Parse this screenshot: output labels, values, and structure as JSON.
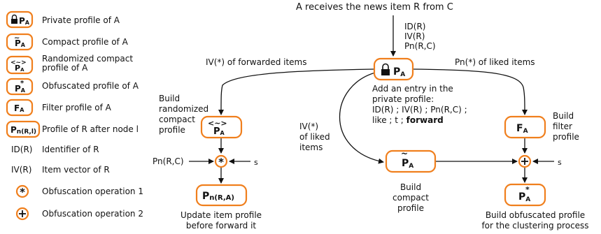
{
  "legend": {
    "items": [
      {
        "symbol": "lock-PA",
        "label": "Private profile of A"
      },
      {
        "symbol": "tilde-PA",
        "label": "Compact profile of A"
      },
      {
        "symbol": "angle-tilde-PA",
        "label": "Randomized compact profile of A"
      },
      {
        "symbol": "star-PA",
        "label": "Obfuscated profile of A"
      },
      {
        "symbol": "FA",
        "label": "Filter profile of A"
      },
      {
        "symbol": "Pn(R,l)",
        "label": "Profile of R after node l"
      },
      {
        "symbol": "ID(R)",
        "label": "Identifier of R"
      },
      {
        "symbol": "IV(R)",
        "label": "Item vector of R"
      },
      {
        "symbol": "star-op",
        "label": "Obfuscation operation 1"
      },
      {
        "symbol": "plus-op",
        "label": "Obfuscation operation 2"
      }
    ],
    "sym_ID": "ID(R)",
    "sym_IV": "IV(R)"
  },
  "diagram": {
    "top_label": "A receives the news item R from C",
    "incoming_fields": [
      "ID(R)",
      "IV(R)",
      "Pn(R,C)"
    ],
    "edge_forwarded": "IV(*) of forwarded items",
    "edge_liked": "Pn(*) of liked items",
    "edge_iv_liked": [
      "IV(*)",
      "of liked",
      "items"
    ],
    "private_entry": [
      "Add an entry in the",
      "private profile:",
      "ID(R) ; IV(R) ; Pn(R,C) ;",
      "like ; t ; "
    ],
    "private_entry_bold": "forward",
    "build_randomized": [
      "Build",
      "randomized",
      "compact",
      "profile"
    ],
    "build_filter": [
      "Build",
      "filter",
      "profile"
    ],
    "build_compact": [
      "Build",
      "compact",
      "profile"
    ],
    "input_pn": "Pn(R,C)",
    "input_s_left": "s",
    "input_s_right": "s",
    "update_item": [
      "Update item profile",
      "before forward it"
    ],
    "build_obfuscated": [
      "Build obfuscated profile",
      "for the clustering process"
    ]
  }
}
